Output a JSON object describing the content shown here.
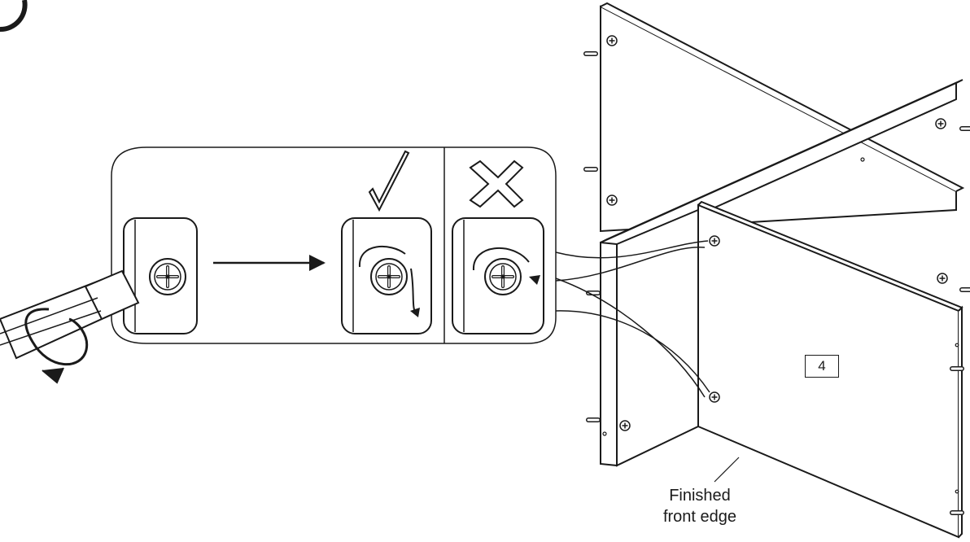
{
  "part": {
    "number": "4"
  },
  "note": {
    "line1": "Finished",
    "line2": "front edge"
  },
  "icons": {
    "ok": "checkmark-icon",
    "bad": "cross-icon",
    "rotate": "rotation-arrow-icon",
    "screw": "cam-lock-icon"
  },
  "colors": {
    "line": "#1a1a1a",
    "background": "#ffffff"
  }
}
